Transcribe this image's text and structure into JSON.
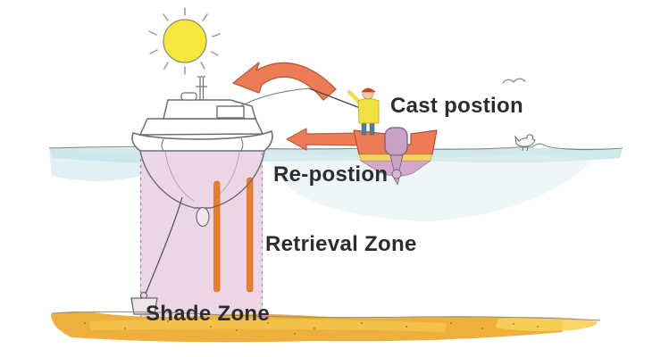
{
  "labels": {
    "cast_position": "Cast postion",
    "reposition": "Re-postion",
    "retrieval_zone": "Retrieval Zone",
    "shade_zone": "Shade Zone"
  },
  "colors": {
    "text": "#2D2D2D",
    "arrow": "#ED7C55",
    "arrow_outline": "#BA5B3E",
    "sun": "#F6E83D",
    "water_band": "#C9E4EA",
    "water_light": "#DFEFF2",
    "shade_zone_fill": "#EDD5E8",
    "pillar_orange": "#EE7D2A",
    "sand": "#EFAF3C",
    "sand_light": "#F6D058",
    "boat_hull": "#ED7C55",
    "boat_stripe": "#F2D35B",
    "boat_bottom": "#D4A8CC",
    "motor_purple": "#C9A0C6",
    "shirt_yellow": "#F0E040",
    "cap_red": "#D4452F",
    "skin": "#F2C9A0",
    "outline_gray": "#6E6E6E"
  }
}
